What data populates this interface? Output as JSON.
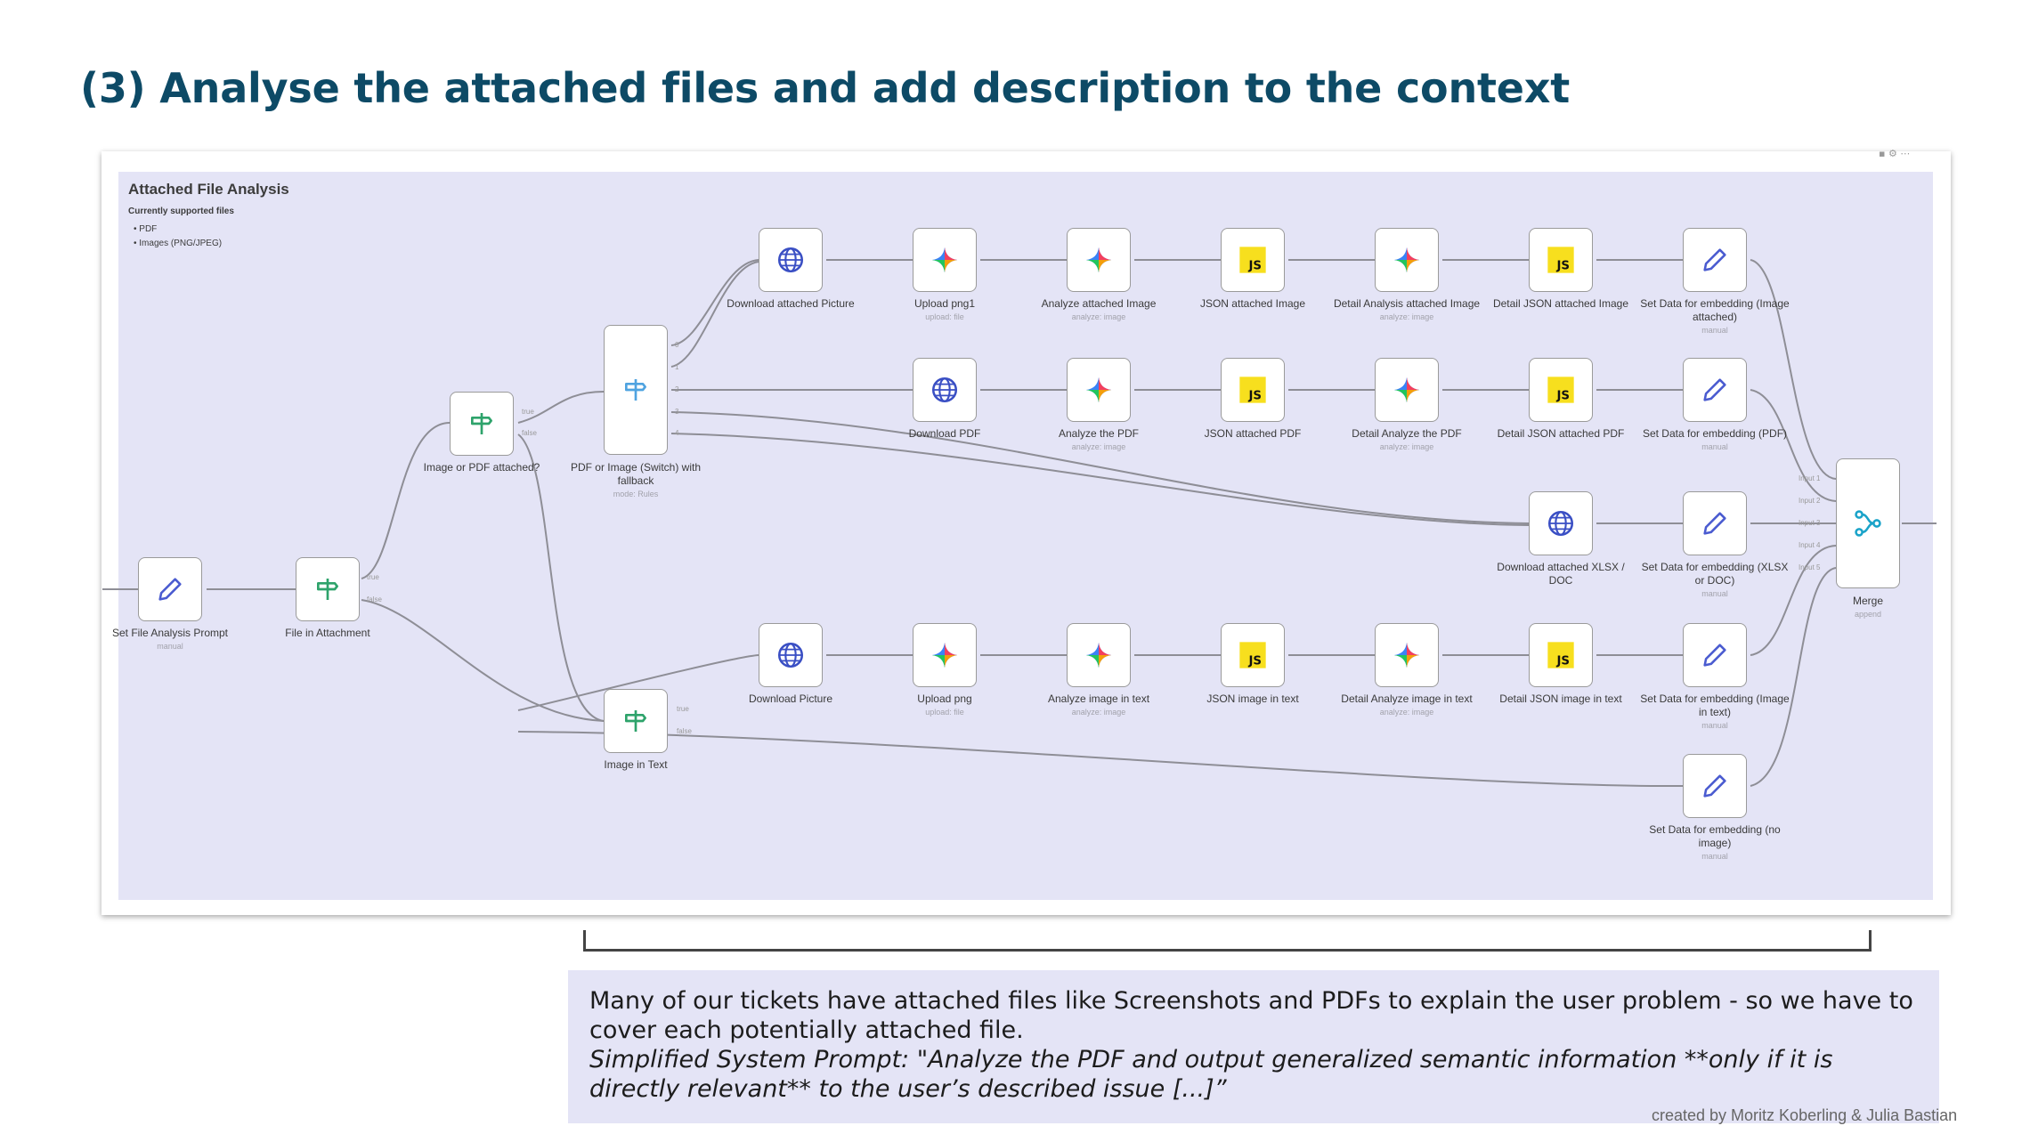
{
  "page": {
    "title": "(3) Analyse the attached files and add description to the context",
    "credit": "created by Moritz Koberling & Julia Bastian"
  },
  "workflow": {
    "sticky": {
      "title": "Attached File Analysis",
      "subtitle": "Currently supported files",
      "items": [
        "PDF",
        "Images (PNG/JPEG)"
      ]
    },
    "nodes": {
      "set_prompt": {
        "label": "Set File Analysis Prompt",
        "sub": "manual",
        "icon": "pencil-icon"
      },
      "file_in_attachment": {
        "label": "File in Attachment",
        "sub": "",
        "icon": "signpost-icon"
      },
      "image_or_pdf": {
        "label": "Image or PDF attached?",
        "sub": "",
        "icon": "signpost-icon"
      },
      "switch": {
        "label": "PDF or Image (Switch) with fallback",
        "sub": "mode: Rules",
        "icon": "signpost-icon"
      },
      "image_in_text": {
        "label": "Image in Text",
        "sub": "",
        "icon": "signpost-icon"
      },
      "download_attached_picture": {
        "label": "Download attached Picture",
        "sub": "",
        "icon": "globe-icon"
      },
      "upload_png1": {
        "label": "Upload png1",
        "sub": "upload: file",
        "icon": "gemini-icon"
      },
      "analyze_attached_image": {
        "label": "Analyze attached Image",
        "sub": "analyze: image",
        "icon": "gemini-icon"
      },
      "json_attached_image": {
        "label": "JSON attached Image",
        "sub": "",
        "icon": "js-icon"
      },
      "detail_analysis_attached_image": {
        "label": "Detail Analysis attached Image",
        "sub": "analyze: image",
        "icon": "gemini-icon"
      },
      "detail_json_attached_image": {
        "label": "Detail JSON attached Image",
        "sub": "",
        "icon": "js-icon"
      },
      "set_data_image_attached": {
        "label": "Set Data for embedding (Image attached)",
        "sub": "manual",
        "icon": "pencil-icon"
      },
      "download_pdf": {
        "label": "Download PDF",
        "sub": "",
        "icon": "globe-icon"
      },
      "analyze_the_pdf": {
        "label": "Analyze the PDF",
        "sub": "analyze: image",
        "icon": "gemini-icon"
      },
      "json_attached_pdf": {
        "label": "JSON attached PDF",
        "sub": "",
        "icon": "js-icon"
      },
      "detail_analyze_pdf": {
        "label": "Detail Analyze the PDF",
        "sub": "analyze: image",
        "icon": "gemini-icon"
      },
      "detail_json_pdf": {
        "label": "Detail JSON attached PDF",
        "sub": "",
        "icon": "js-icon"
      },
      "set_data_pdf": {
        "label": "Set Data for embedding (PDF)",
        "sub": "manual",
        "icon": "pencil-icon"
      },
      "download_xlsx": {
        "label": "Download attached XLSX / DOC",
        "sub": "",
        "icon": "globe-icon"
      },
      "set_data_xlsx": {
        "label": "Set Data for embedding (XLSX or DOC)",
        "sub": "manual",
        "icon": "pencil-icon"
      },
      "merge": {
        "label": "Merge",
        "sub": "append",
        "icon": "merge-icon"
      },
      "download_picture": {
        "label": "Download Picture",
        "sub": "",
        "icon": "globe-icon"
      },
      "upload_png": {
        "label": "Upload png",
        "sub": "upload: file",
        "icon": "gemini-icon"
      },
      "analyze_image_in_text": {
        "label": "Analyze image in text",
        "sub": "analyze: image",
        "icon": "gemini-icon"
      },
      "json_image_in_text": {
        "label": "JSON image in text",
        "sub": "",
        "icon": "js-icon"
      },
      "detail_analyze_image_in_text": {
        "label": "Detail Analyze image in text",
        "sub": "analyze: image",
        "icon": "gemini-icon"
      },
      "detail_json_image_in_text": {
        "label": "Detail JSON image in text",
        "sub": "",
        "icon": "js-icon"
      },
      "set_data_image_in_text": {
        "label": "Set Data for embedding (Image in text)",
        "sub": "manual",
        "icon": "pencil-icon"
      },
      "set_data_no_image": {
        "label": "Set Data for embedding (no image)",
        "sub": "manual",
        "icon": "pencil-icon"
      }
    },
    "ports": {
      "true": "true",
      "false": "false",
      "merge_inputs": [
        "Input 1",
        "Input 2",
        "Input 3",
        "Input 4",
        "Input 5"
      ],
      "switch_outputs": [
        "0",
        "1",
        "2",
        "3",
        "4"
      ]
    },
    "colors": {
      "canvas": "#e4e4f6",
      "edge": "#8e8e96",
      "switch_icon": "#2ea36b",
      "switch_fallback_icon": "#4fa3e0",
      "globe_icon": "#3a4fc4",
      "js_badge": "#f7df1e",
      "merge_icon": "#1aa3c9"
    }
  },
  "description": {
    "line1": "Many of our tickets have attached files like Screenshots and PDFs to explain the user problem - so we have to cover each potentially attached file.",
    "line2": "Simplified System Prompt: \"Analyze the PDF and output generalized semantic information **only if it is directly relevant** to the user’s described issue [...]”"
  }
}
